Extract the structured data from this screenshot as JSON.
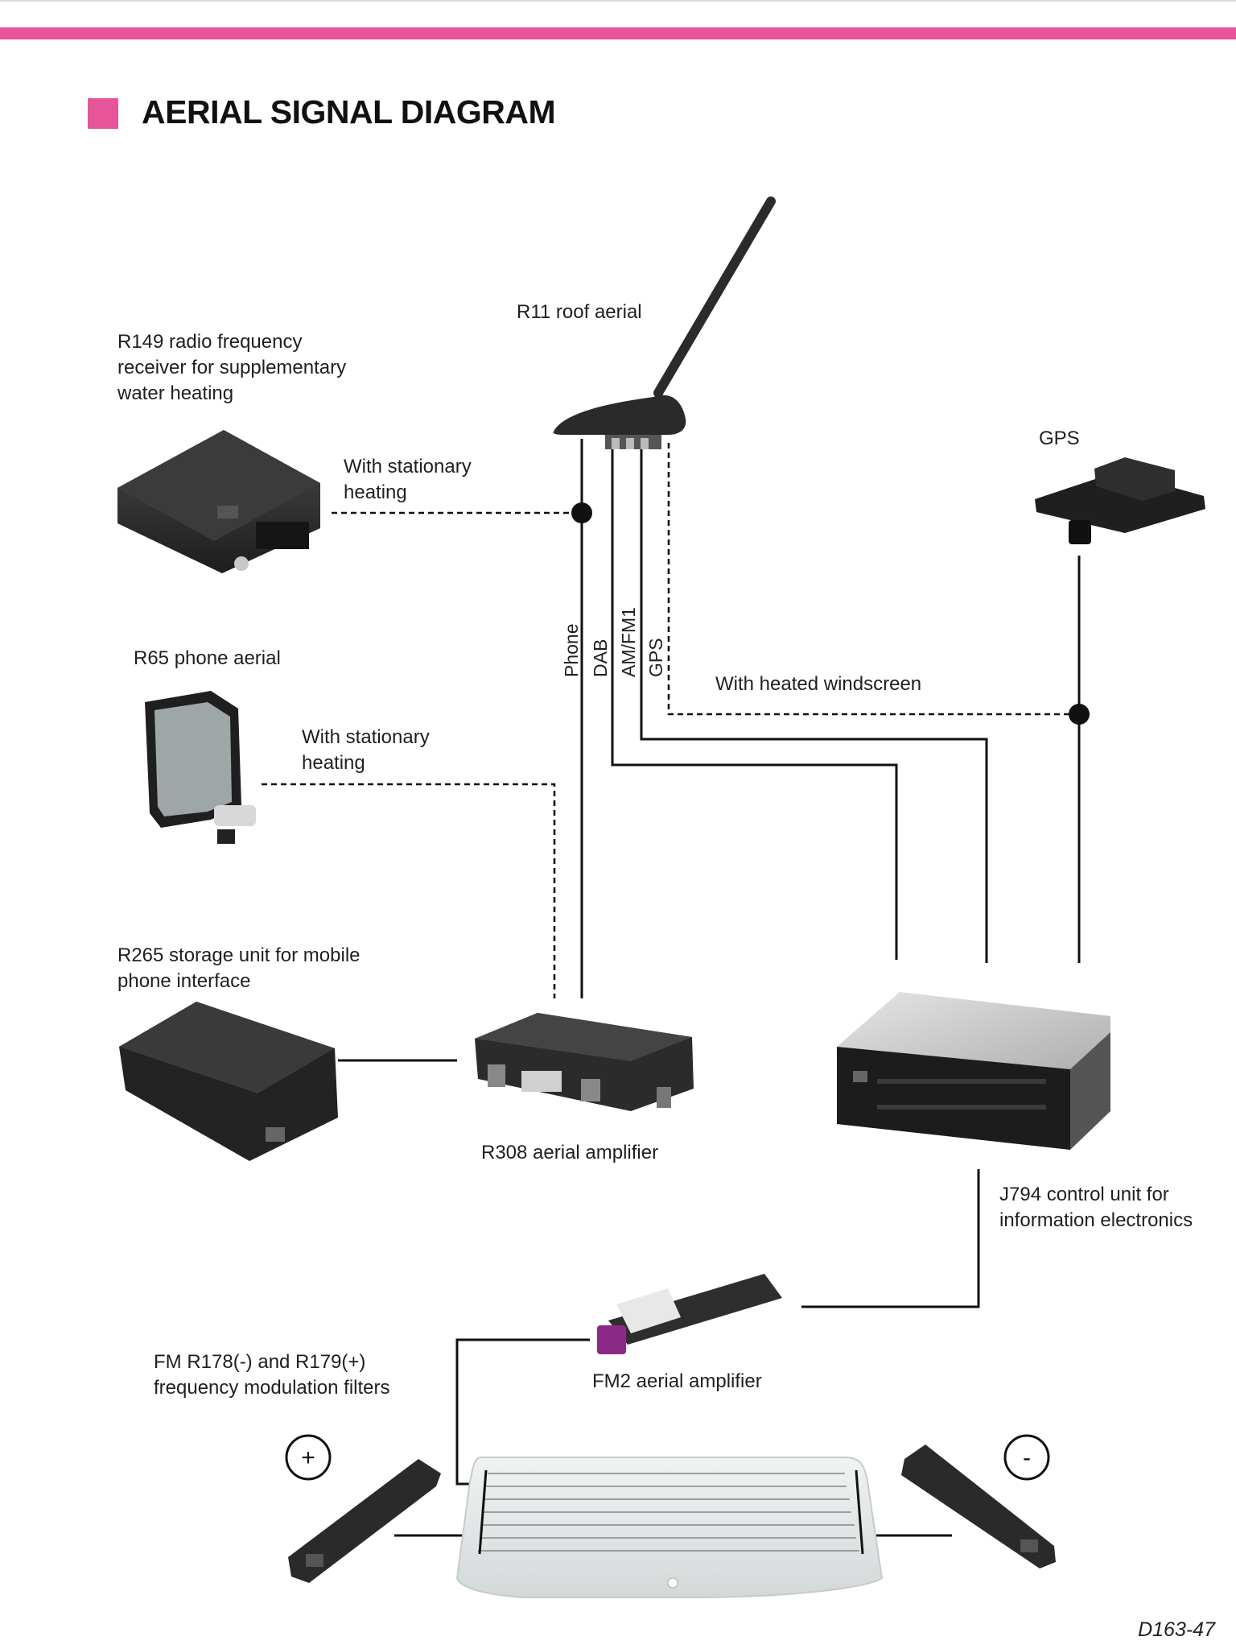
{
  "header": {
    "title": "AERIAL SIGNAL DIAGRAM"
  },
  "colors": {
    "accent_pink": "#e8549a",
    "line": "#111111"
  },
  "components": {
    "roof_aerial": "R11 roof aerial",
    "r149": [
      "R149 radio frequency",
      "receiver for supplementary",
      "water heating"
    ],
    "r65": "R65 phone aerial",
    "r265": [
      "R265 storage unit for mobile",
      "phone interface"
    ],
    "r308": "R308 aerial amplifier",
    "gps": "GPS",
    "j794": [
      "J794 control unit for",
      "information electronics"
    ],
    "fm2": "FM2 aerial amplifier",
    "filters": [
      "FM R178(-) and R179(+)",
      "frequency modulation filters"
    ]
  },
  "connections": {
    "stationary_heating_1": [
      "With stationary",
      "heating"
    ],
    "stationary_heating_2": [
      "With stationary",
      "heating"
    ],
    "heated_windscreen": "With heated windscreen",
    "line_labels": [
      "Phone",
      "DAB",
      "AM/FM1",
      "GPS"
    ]
  },
  "symbols": {
    "plus": "+",
    "minus": "-"
  },
  "footer": {
    "ref": "D163-47"
  }
}
